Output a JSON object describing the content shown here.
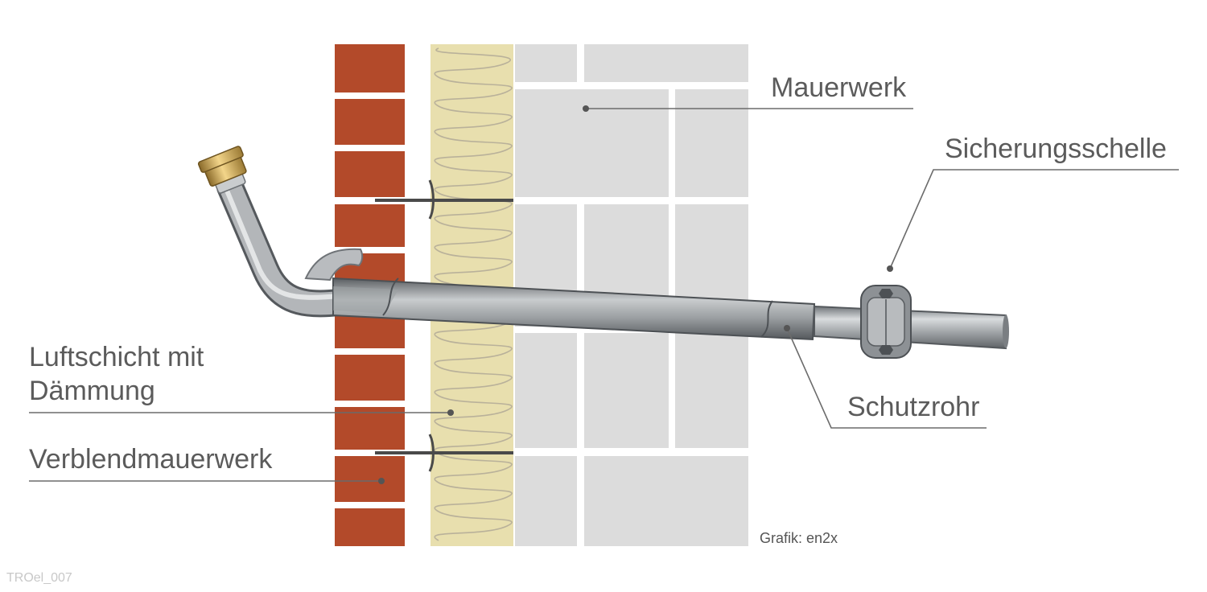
{
  "labels": {
    "mauerwerk": "Mauerwerk",
    "sicherungsschelle": "Sicherungsschelle",
    "luftschicht_line1": "Luftschicht mit",
    "luftschicht_line2": "Dämmung",
    "verblendmauerwerk": "Verblendmauerwerk",
    "schutzrohr": "Schutzrohr"
  },
  "credit": "Grafik: en2x",
  "image_code": "TROel_007",
  "colors": {
    "brick": "#b34a2a",
    "insulation": "#e8dfae",
    "masonry_block": "#dcdcdc",
    "pipe": "#9fa3a6",
    "clamp": "#8d9195",
    "leader_line": "#6b6b6b",
    "label_text": "#5b5b5b"
  }
}
